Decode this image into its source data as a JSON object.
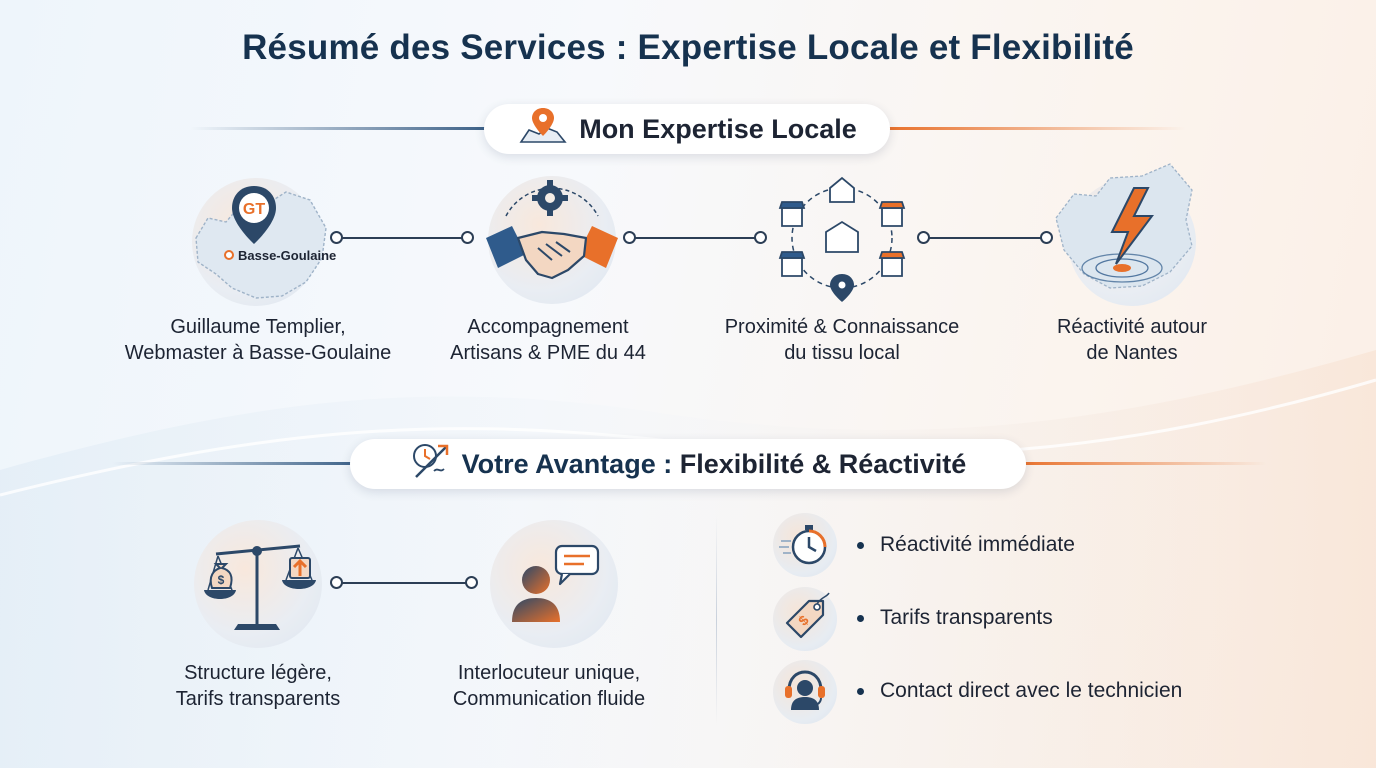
{
  "title": "Résumé des Services : Expertise Locale et Flexibilité",
  "section1": {
    "heading": "Mon Expertise Locale",
    "icon": "map-pin-icon",
    "nodes": [
      {
        "icon": "location-map-icon",
        "map_label": "Basse-Goulaine",
        "badge": "GT",
        "label_line1": "Guillaume Templier,",
        "label_line2": "Webmaster à Basse-Goulaine"
      },
      {
        "icon": "handshake-gear-icon",
        "label_line1": "Accompagnement",
        "label_line2": "Artisans & PME du 44"
      },
      {
        "icon": "local-network-icon",
        "label_line1": "Proximité & Connaissance",
        "label_line2": "du tissu local"
      },
      {
        "icon": "lightning-map-icon",
        "label_line1": "Réactivité autour",
        "label_line2": "de Nantes"
      }
    ]
  },
  "section2": {
    "heading_part1": "Votre Avantage :",
    "heading_part2": "Flexibilité & Réactivité",
    "icon": "clock-arrow-icon",
    "nodes": [
      {
        "icon": "balance-scale-icon",
        "label_line1": "Structure légère,",
        "label_line2": "Tarifs transparents"
      },
      {
        "icon": "person-chat-icon",
        "label_line1": "Interlocuteur unique,",
        "label_line2": "Communication fluide"
      }
    ],
    "bullets": [
      {
        "icon": "stopwatch-icon",
        "text": "Réactivité immédiate"
      },
      {
        "icon": "price-tag-icon",
        "text": "Tarifs transparents"
      },
      {
        "icon": "headset-icon",
        "text": "Contact direct avec le technicien"
      }
    ]
  },
  "colors": {
    "navy": "#16324f",
    "orange": "#e8702a",
    "blue_line": "#3a5f86"
  }
}
